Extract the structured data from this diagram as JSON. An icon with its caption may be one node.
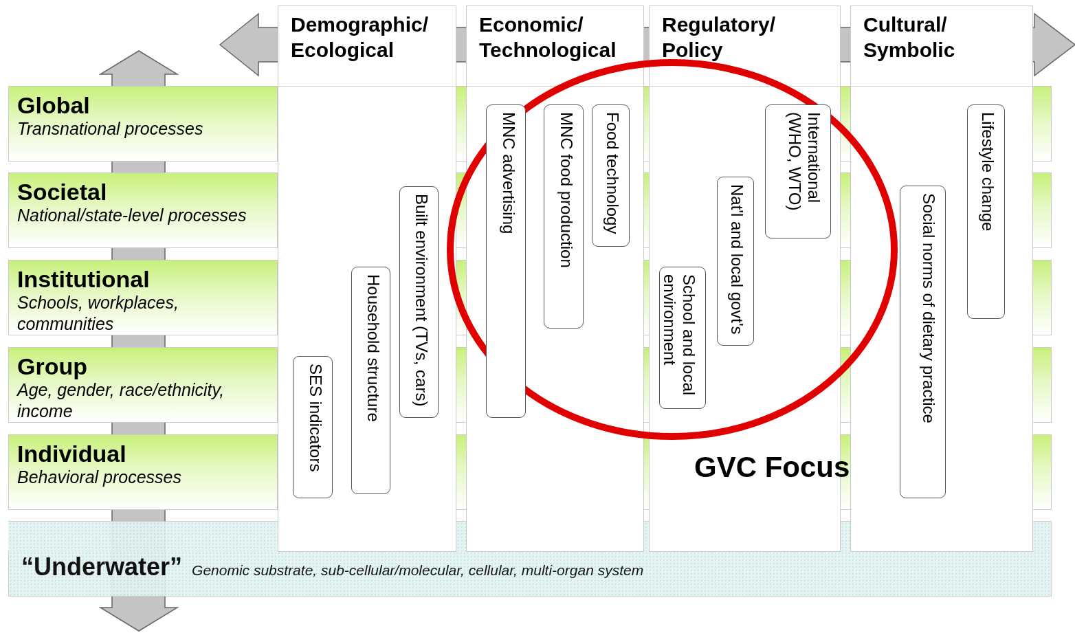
{
  "diagram": {
    "nodes": [
      {
        "text": [
          "Global",
          "Transnational processes"
        ]
      },
      {
        "text": [
          "Societal",
          "National/state-level processes"
        ]
      },
      {
        "text": [
          "Institutional",
          "Schools, workplaces, communities"
        ]
      },
      {
        "text": [
          "Group",
          "Age, gender, race/ethnicity, income"
        ]
      },
      {
        "text": [
          "Individual",
          "Behavioral processes"
        ]
      },
      {
        "text": [
          "“Underwater”",
          "Genomic substrate, sub-cellular/molecular, cellular, multi-organ system"
        ]
      },
      {
        "text": [
          "Demographic/ Ecological"
        ]
      },
      {
        "text": [
          "SES indicators"
        ],
        "in": 6
      },
      {
        "text": [
          "Household structure"
        ],
        "in": 6
      },
      {
        "text": [
          "Built environment (TVs, cars)"
        ],
        "in": 6
      },
      {
        "text": [
          "Economic/ Technological"
        ]
      },
      {
        "text": [
          "MNC advertising"
        ],
        "in": 10
      },
      {
        "text": [
          "MNC food production"
        ],
        "in": 10
      },
      {
        "text": [
          "Food technology"
        ],
        "in": 10
      },
      {
        "text": [
          "Regulatory/ Policy"
        ]
      },
      {
        "text": [
          "School and local environment"
        ],
        "in": 14
      },
      {
        "text": [
          "Nat'l and local govt's"
        ],
        "in": 14
      },
      {
        "text": [
          "International (WHO, WTO)"
        ],
        "in": 14
      },
      {
        "text": [
          "Cultural/ Symbolic"
        ]
      },
      {
        "text": [
          "Social norms of dietary practice"
        ],
        "in": 18
      },
      {
        "text": [
          "Lifestyle change"
        ],
        "in": 18
      }
    ],
    "labels": [
      "GVC Focus"
    ]
  }
}
